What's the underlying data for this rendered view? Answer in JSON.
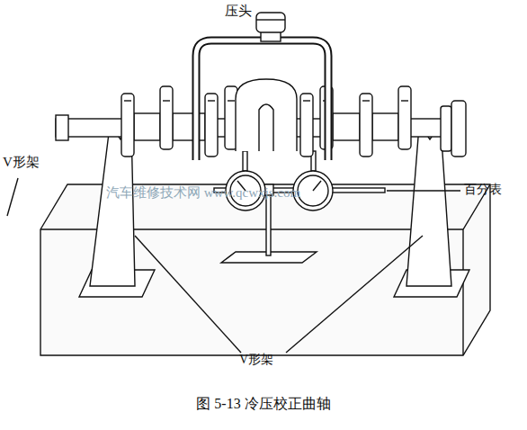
{
  "diagram": {
    "caption": "图 5-13   冷压校正曲轴",
    "labels": [
      "压头",
      "V形架",
      "百分表",
      "V形架",
      "汽车维修技术网 www.qcwxjs.com"
    ]
  }
}
